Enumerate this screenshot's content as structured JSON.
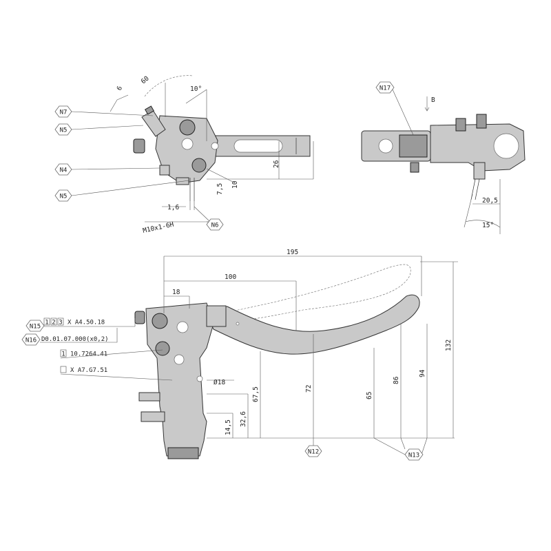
{
  "views": {
    "top_left": {
      "dims": {
        "d6": "6",
        "d60": "60",
        "d10deg": "10°",
        "d26": "26",
        "d7_5": "7,5",
        "d10": "10",
        "d1_6": "1,6",
        "thread": "M10x1-6H"
      },
      "callouts": {
        "n7": "N7",
        "n5a": "N5",
        "n4": "N4",
        "n5b": "N5",
        "n6": "N6"
      }
    },
    "top_right": {
      "dims": {
        "b": "B",
        "d20_5": "20,5",
        "d15deg": "15°"
      },
      "callouts": {
        "n17": "N17"
      }
    },
    "side": {
      "dims": {
        "d195": "195",
        "d100": "100",
        "d18": "18",
        "d132": "132",
        "d94": "94",
        "d86": "86",
        "d65": "65",
        "d72": "72",
        "d67_5": "67,5",
        "d32_6": "32,6",
        "d14_5": "14,5",
        "dia18": "Ø18"
      },
      "callouts": {
        "n15": "N15",
        "n16": "N16",
        "n12": "N12",
        "n13": "N13"
      },
      "codes": {
        "c1": "1",
        "c2": "2",
        "c3": "3",
        "code_a": "X A4.50.18",
        "code_b": "D0.01.07.000(x0,2)",
        "c1b": "1",
        "code_c": "10.7264.41",
        "code_d": "X A7.G7.51"
      }
    }
  }
}
